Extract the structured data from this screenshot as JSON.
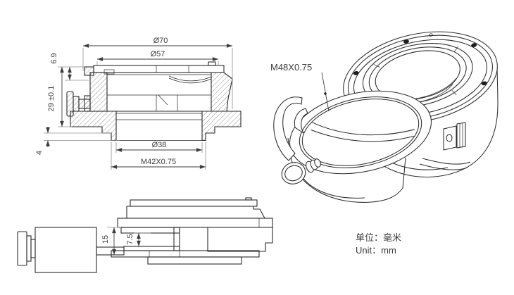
{
  "section": {
    "d70": "Ø70",
    "d57": "Ø57",
    "h6_9": "6.9",
    "h29": "29 ±0.1",
    "h4": "4",
    "d38": "Ø38",
    "m42": "M42X0.75"
  },
  "iso": {
    "m48": "M48X0.75"
  },
  "side": {
    "h15": "15",
    "h7_5": "7.5"
  },
  "units": {
    "zh": "单位：毫米",
    "en": "Unit：mm"
  },
  "colors": {
    "line": "#2a2a2a",
    "dim_line": "#3d3d3d",
    "extension_line": "#8f8f8f",
    "background": "#ffffff"
  }
}
